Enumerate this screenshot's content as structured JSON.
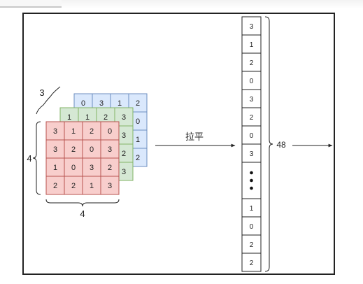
{
  "tensor": {
    "depth_label": "3",
    "height_label": "4",
    "width_label": "4",
    "colors": {
      "back_fill": "#dae8fc",
      "back_stroke": "#6c8ebf",
      "mid_fill": "#d5e8d4",
      "mid_stroke": "#82b366",
      "front_fill": "#f8cecc",
      "front_stroke": "#b85450"
    },
    "back_layer": {
      "row0": [
        "0",
        "3",
        "1",
        "2"
      ],
      "col3": [
        "0",
        "1",
        "2"
      ]
    },
    "mid_layer": {
      "row0": [
        "1",
        "1",
        "2",
        "3"
      ],
      "col3": [
        "3",
        "2",
        "3"
      ]
    },
    "front_layer": [
      [
        "3",
        "1",
        "2",
        "0"
      ],
      [
        "3",
        "2",
        "0",
        "3"
      ],
      [
        "1",
        "0",
        "3",
        "2"
      ],
      [
        "2",
        "2",
        "1",
        "3"
      ]
    ]
  },
  "flatten": {
    "label": "拉平"
  },
  "vector": {
    "top_values": [
      "3",
      "1",
      "2",
      "0",
      "3",
      "2",
      "0",
      "3"
    ],
    "bottom_values": [
      "1",
      "0",
      "2",
      "2"
    ],
    "length_label": "48"
  }
}
